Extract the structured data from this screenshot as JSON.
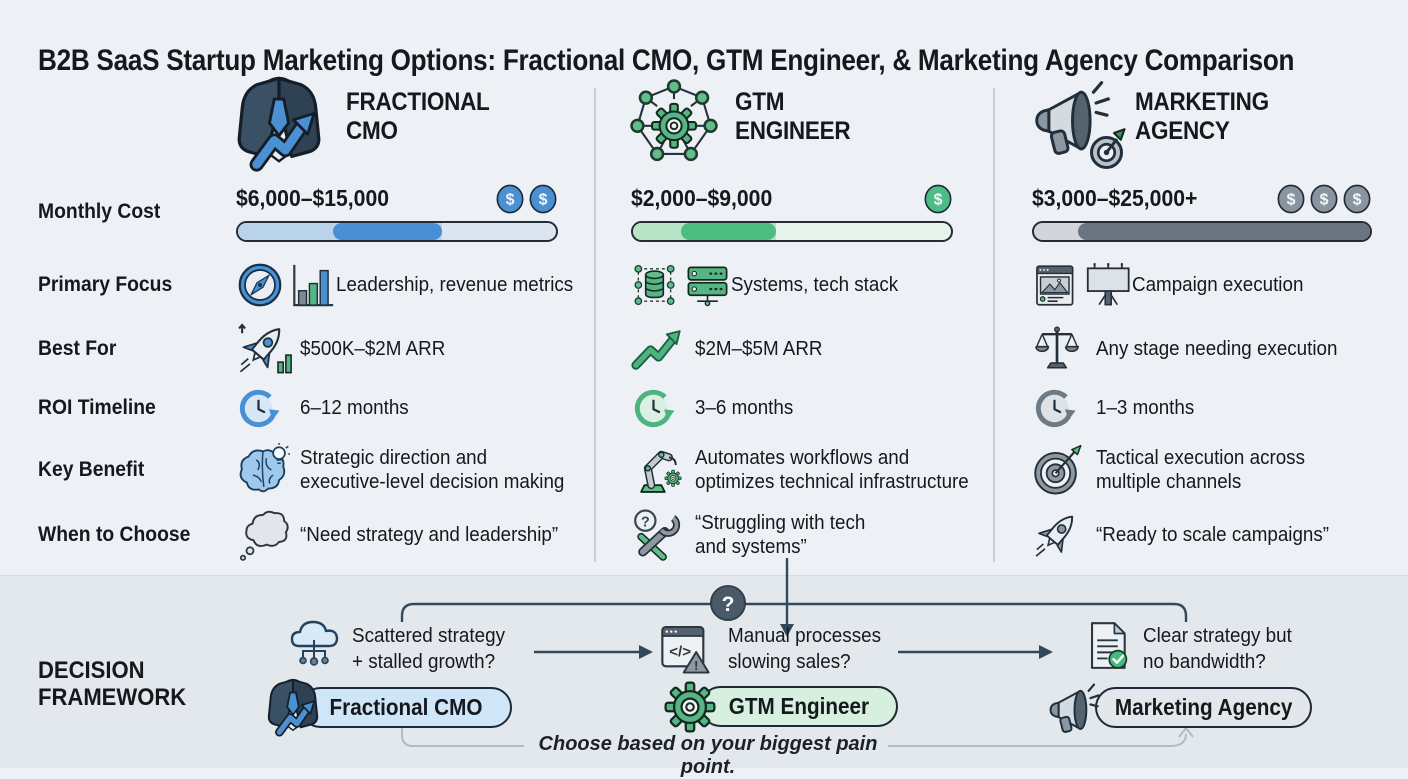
{
  "title": "B2B SaaS Startup Marketing Options: Fractional CMO, GTM Engineer, & Marketing Agency Comparison",
  "row_labels": [
    "Monthly Cost",
    "Primary Focus",
    "Best For",
    "ROI Timeline",
    "Key Benefit",
    "When to Choose"
  ],
  "columns": [
    {
      "name_lines": [
        "FRACTIONAL",
        "CMO"
      ],
      "header_icon": "businessman-suit-growth-icon",
      "accent": "#4a8fd4",
      "cost": {
        "value": "$6,000–$15,000",
        "coins": {
          "count": 2,
          "color": "#4a90d2"
        },
        "bar": {
          "track": "#dde6f0",
          "pre": "#b9d3ea",
          "start": 30,
          "end": 64,
          "fill": "#4a8fd4"
        }
      },
      "primary_focus": {
        "icons": [
          "compass-icon",
          "bar-chart-icon"
        ],
        "text": "Leadership, revenue metrics"
      },
      "best_for": {
        "icon": "rocket-growth-icon",
        "text": "$500K–$2M ARR"
      },
      "roi_timeline": {
        "icon": "clock-cycle-icon",
        "text": "6–12 months",
        "ring": "#4a8fd4",
        "face": "#d6e7f6"
      },
      "key_benefit": {
        "icon": "brain-idea-icon",
        "lines": [
          "Strategic direction and",
          "executive-level decision making"
        ]
      },
      "when_to_choose": {
        "icon": "thought-cloud-icon",
        "lines": [
          "“Need strategy and leadership”"
        ]
      }
    },
    {
      "name_lines": [
        "GTM",
        "ENGINEER"
      ],
      "header_icon": "gear-network-icon",
      "accent": "#4db381",
      "cost": {
        "value": "$2,000–$9,000",
        "coins": {
          "count": 1,
          "color": "#4dbd85"
        },
        "bar": {
          "track": "#e7f4ec",
          "pre": "#b7e3c6",
          "start": 15,
          "end": 45,
          "fill": "#4dbd80"
        }
      },
      "primary_focus": {
        "icons": [
          "database-cluster-icon",
          "server-stack-icon"
        ],
        "text": "Systems, tech stack"
      },
      "best_for": {
        "icon": "trend-up-arrow-icon",
        "text": "$2M–$5M ARR"
      },
      "roi_timeline": {
        "icon": "clock-cycle-icon",
        "text": "3–6 months",
        "ring": "#4db381",
        "face": "#daf0e3"
      },
      "key_benefit": {
        "icon": "robot-arm-icon",
        "lines": [
          "Automates workflows and",
          "optimizes technical infrastructure"
        ]
      },
      "when_to_choose": {
        "icon": "question-tools-icon",
        "lines": [
          "“Struggling with tech",
          "and systems”"
        ]
      }
    },
    {
      "name_lines": [
        "MARKETING",
        "AGENCY"
      ],
      "header_icon": "megaphone-target-icon",
      "accent": "#6d7a85",
      "cost": {
        "value": "$3,000–$25,000+",
        "coins": {
          "count": 3,
          "color": "#8a949e"
        },
        "bar": {
          "track": "#d2d6db",
          "pre": null,
          "start": 13,
          "end": 100,
          "fill": "#6b7580"
        }
      },
      "primary_focus": {
        "icons": [
          "browser-ad-icon",
          "billboard-icon"
        ],
        "text": "Campaign execution"
      },
      "best_for": {
        "icon": "scales-icon",
        "text": "Any stage needing execution"
      },
      "roi_timeline": {
        "icon": "clock-cycle-icon",
        "text": "1–3 months",
        "ring": "#6d7a85",
        "face": "#dfe3e7"
      },
      "key_benefit": {
        "icon": "target-dart-icon",
        "lines": [
          "Tactical execution across",
          "multiple channels"
        ]
      },
      "when_to_choose": {
        "icon": "rocket-icon",
        "lines": [
          "“Ready to scale campaigns”"
        ]
      }
    }
  ],
  "decision": {
    "label_lines": [
      "DECISION",
      "FRAMEWORK"
    ],
    "badge": "?",
    "steps": [
      {
        "icon": "cloud-network-icon",
        "question": [
          "Scattered strategy",
          "+ stalled growth?"
        ],
        "pill": "Fractional CMO",
        "pill_color": "#cfe5f8",
        "pill_icon": "businessman-suit-growth-icon"
      },
      {
        "icon": "code-window-warning-icon",
        "question": [
          "Manual processes",
          "slowing sales?"
        ],
        "pill": "GTM Engineer",
        "pill_color": "#d6efdf",
        "pill_icon": "gear-icon"
      },
      {
        "icon": "document-check-icon",
        "question": [
          "Clear strategy but",
          "no bandwidth?"
        ],
        "pill": "Marketing Agency",
        "pill_color": "#e3e6ea",
        "pill_icon": "megaphone-icon"
      }
    ],
    "footnote": "Choose based on your biggest pain point."
  }
}
